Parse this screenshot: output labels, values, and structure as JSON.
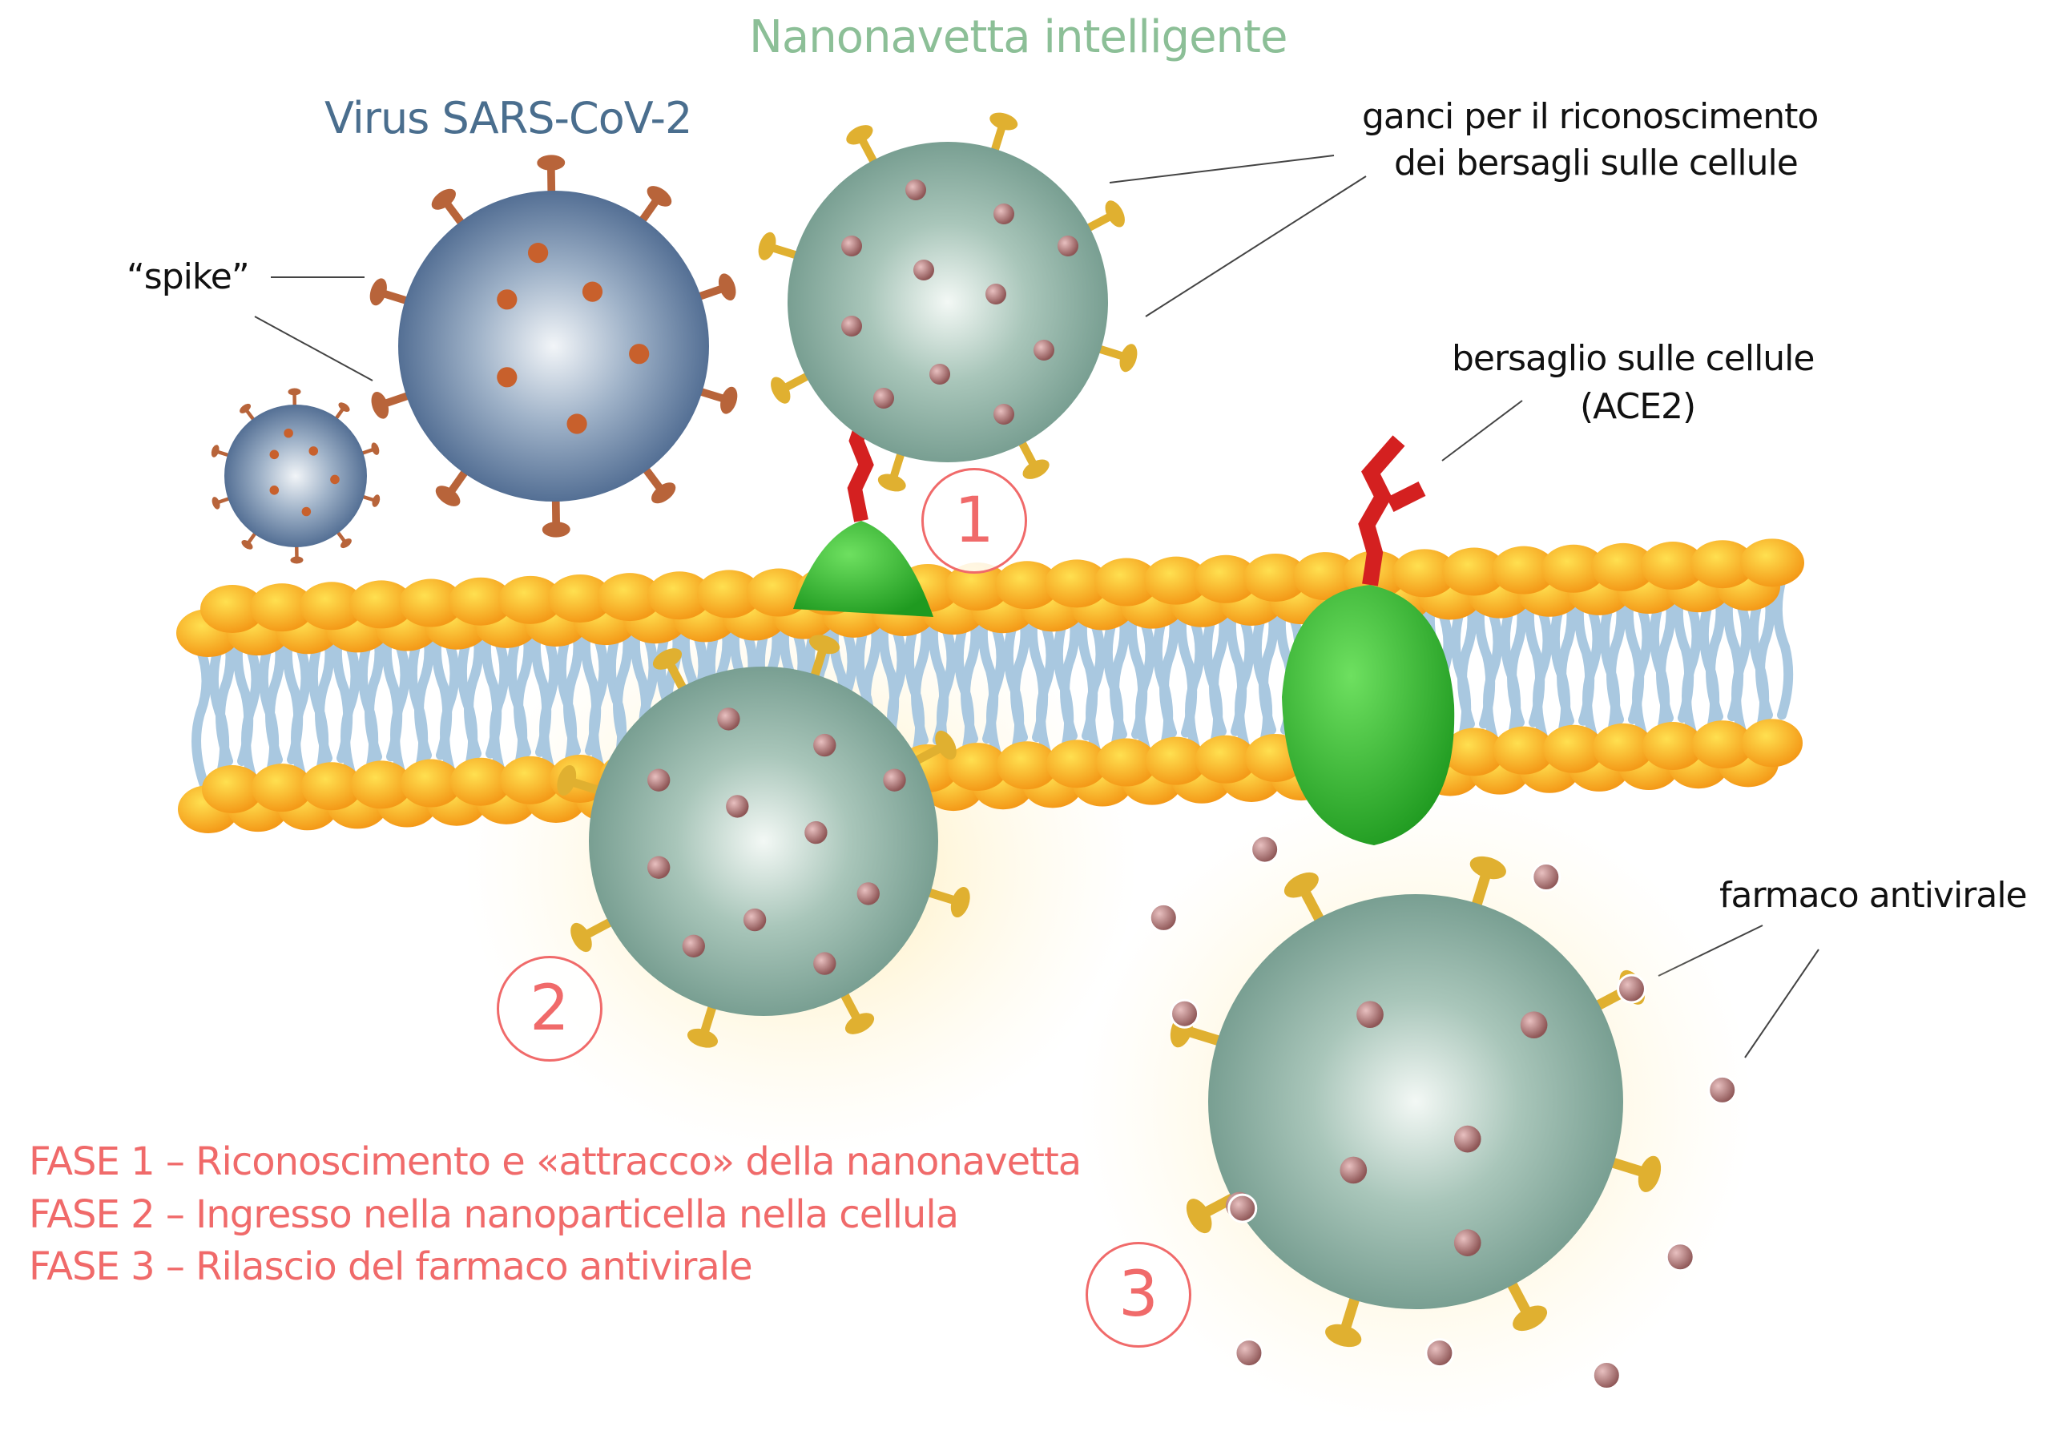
{
  "title": "Nanonavetta intelligente",
  "virus_title": "Virus SARS-CoV-2",
  "labels": {
    "spike": "“spike”",
    "hooks_line1": "ganci per il riconoscimento",
    "hooks_line2": "dei bersagli sulle cellule",
    "target_line1": "bersaglio sulle cellule",
    "target_line2": "(ACE2)",
    "drug": "farmaco antivirale"
  },
  "steps": [
    "1",
    "2",
    "3"
  ],
  "phases": [
    "FASE 1 – Riconoscimento e «attracco» della nanonavetta",
    "FASE 2 – Ingresso nella nanoparticella nella cellula",
    "FASE 3 – Rilascio del farmaco antivirale"
  ],
  "colors": {
    "title": "#8cbf97",
    "virus_title": "#4a6e8e",
    "phase_text": "#f06a6a",
    "virus": "#4f6f94",
    "nanoparticle": "#86ab9c",
    "hook": "#e0b030",
    "ace2": "#d42020",
    "membrane_head": "#f7b020",
    "membrane_tail": "#a9c8e0",
    "drug": "#a86868"
  }
}
